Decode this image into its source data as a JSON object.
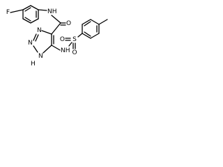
{
  "molecule": {
    "atoms": {
      "F": "F",
      "amide_NH": "NH",
      "amide_O": "O",
      "triazole_N1": "N",
      "triazole_N2": "N",
      "triazole_N3": "N",
      "triazole_NH_H": "H",
      "sulfonamide_NH": "NH",
      "sulfur": "S",
      "sulfonyl_O1": "O",
      "sulfonyl_O2": "O"
    }
  }
}
